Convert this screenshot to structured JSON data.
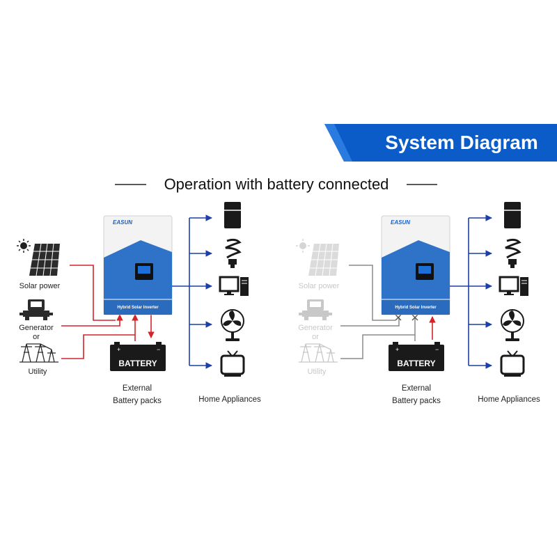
{
  "banner": {
    "title": "System Diagram"
  },
  "subtitle": "Operation with battery connected",
  "inverter": {
    "brand": "EASUN",
    "label": "Hybrid Solar Inverter"
  },
  "battery": {
    "label": "BATTERY"
  },
  "left_panel": {
    "sources": [
      "Solar power",
      "Generator",
      "or",
      "Utility"
    ],
    "battery_caption": [
      "External",
      "Battery packs"
    ],
    "appliances_caption": "Home Appliances"
  },
  "right_panel": {
    "sources": [
      "Solar power",
      "Generator",
      "or",
      "Utility"
    ],
    "battery_caption": [
      "External",
      "Battery packs"
    ],
    "appliances_caption": "Home Appliances"
  },
  "appliances": [
    "fridge-icon",
    "bulb-icon",
    "computer-icon",
    "fan-icon",
    "tv-icon"
  ],
  "colors": {
    "banner_blue": "#0b5cc8",
    "inverter_blue": "#2f73c9",
    "red_arrow": "#d4232a",
    "blue_arrow": "#1c3fa8",
    "gray_line": "#8a8a8a",
    "faded": "#c8c8c8"
  }
}
